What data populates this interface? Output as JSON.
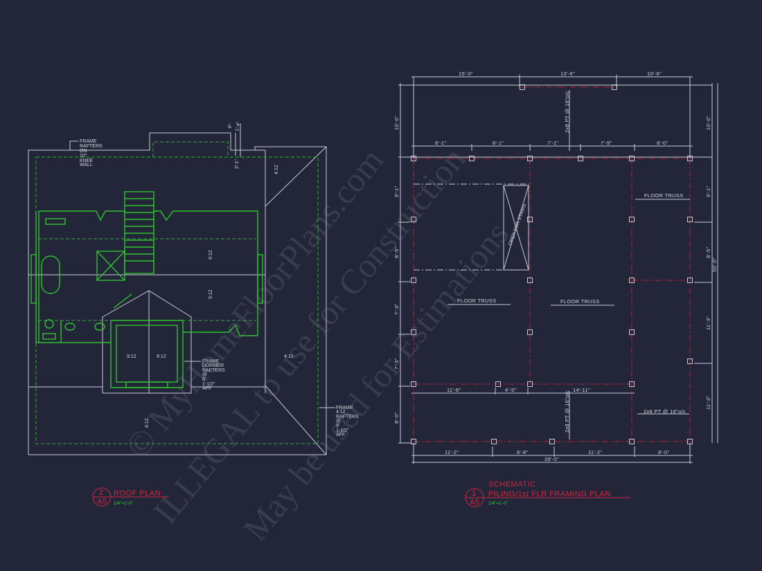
{
  "watermark": {
    "line1": "© MyHomeFloorPlans.com",
    "line2": "ILLEGAL to use for Construction",
    "line3": "May be used for Estimations"
  },
  "roof_plan": {
    "title": "ROOF PLAN",
    "detail_number": "2",
    "sheet": "A5",
    "scale": "1/4\"=1'-0\"",
    "notes": {
      "knee_wall": [
        "FRAME",
        "RAFTERS",
        "ON",
        "10\"",
        "KNEE",
        "WALL"
      ],
      "dormer": [
        "FRAME",
        "DORMER",
        "RAFTERS",
        "@",
        "8'",
        "1-1/2\"",
        "AFF"
      ],
      "main": [
        "FRAME",
        "4:12",
        "RAFTERS",
        "@",
        "9'",
        "1-1/2\"",
        "AFF"
      ]
    },
    "dims": {
      "d1": "6\"",
      "d2": "1'-4\"",
      "d3": "2'-1\""
    },
    "pitches": [
      "4:12",
      "9:12",
      "9:12",
      "9:12",
      "9:12",
      "4:12",
      "4:12"
    ]
  },
  "framing_plan": {
    "title_line1": "SCHEMATIC",
    "title_line2": "PILING/1st FLR FRAMING PLAN",
    "detail_number": "1",
    "sheet": "A5",
    "scale": "1/4\"=1'-0\"",
    "top_dims": [
      "15'-0\"",
      "13'-6\"",
      "10'-6\""
    ],
    "second_dims": [
      "8'-1\"",
      "8'-1\"",
      "7'-1\"",
      "7'-9\"",
      "8'-0\""
    ],
    "left_dims": [
      "10'-0\"",
      "9'-1\"",
      "8'-5\"",
      "7'-3\"",
      "7'-3\"",
      "8'-0\""
    ],
    "right_dims": [
      "10'-0\"",
      "9'-1\"",
      "8'-5\"",
      "11'-3\"",
      "11'-3\""
    ],
    "overall_height": "50'-0\"",
    "row_dims": [
      "11'-8\"",
      "4'-5\"",
      "14'-11\""
    ],
    "bottom_dims": [
      "11'-2\"",
      "8'-8\"",
      "11'-2\"",
      "8'-0\""
    ],
    "overall_width": "39'-0\"",
    "labels": {
      "joist": "2x8 PT @ 16\"o/c",
      "truss": "FLOOR TRUSS",
      "stairs": "OPEN FOR STAIRS"
    }
  },
  "colors": {
    "background": "#232638",
    "walls": "#2fc42f",
    "beams": "#b3243a",
    "titles": "#d3263f"
  }
}
